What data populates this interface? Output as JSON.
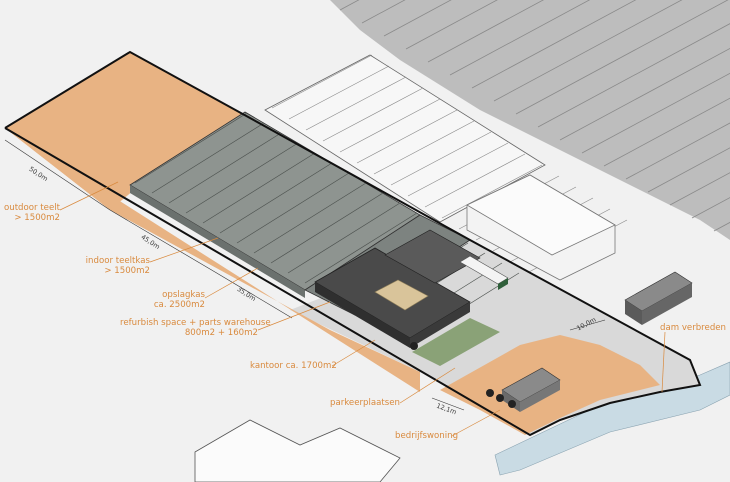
{
  "labels": {
    "outdoor_1": "outdoor teelt",
    "outdoor_2": "> 1500m2",
    "indoor_1": "indoor teeltkas",
    "indoor_2": "> 1500m2",
    "opslag_1": "opslagkas",
    "opslag_2": "ca. 2500m2",
    "refurb_1": "refurbish space + parts warehouse",
    "refurb_2": "800m2 + 160m2",
    "kantoor": "kantoor ca. 1700m2",
    "parkeer": "parkeerplaatsen",
    "woning": "bedrijfswoning",
    "dam": "dam verbreden"
  },
  "dimensions": {
    "d1": "50,0m",
    "d2": "45,0m",
    "d3": "35,0m",
    "d4": "10,0m",
    "d5": "12,1m"
  },
  "colors": {
    "plot": "#e8b383",
    "paved": "#d9d9d9",
    "water": "#c9dbe4",
    "accent": "#d98a3e",
    "greenhouse": "#8e9490",
    "building": "#4a4a4a"
  }
}
